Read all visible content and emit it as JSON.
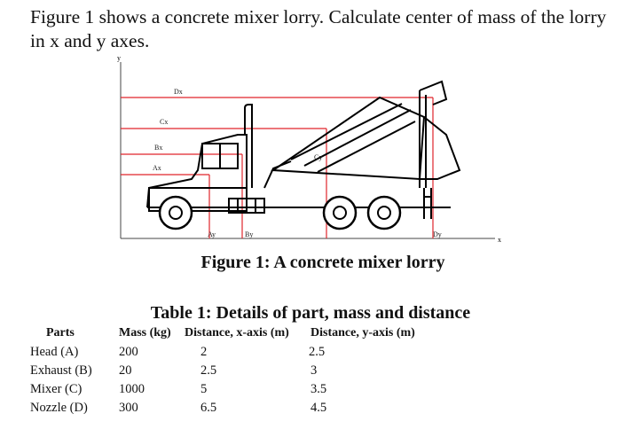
{
  "question": "Figure 1 shows a concrete mixer lorry. Calculate center of mass of the lorry in x and y axes.",
  "figure": {
    "axis_x": "x",
    "axis_y": "y",
    "labels": {
      "dx": "Dx",
      "cx": "Cx",
      "bx": "Bx",
      "ax": "Ax",
      "cy": "Cy",
      "ay": "Ay",
      "by": "By",
      "dy": "Dy"
    },
    "accent_color": "#e0242b"
  },
  "figure_caption": "Figure 1: A concrete mixer lorry",
  "table_caption": "Table 1: Details of part, mass and distance",
  "table": {
    "headers": [
      "Parts",
      "Mass (kg)",
      "Distance, x-axis (m)",
      "Distance, y-axis (m)"
    ],
    "rows": [
      [
        "Head (A)",
        "200",
        "2",
        "2.5"
      ],
      [
        "Exhaust (B)",
        "20",
        "2.5",
        "3"
      ],
      [
        "Mixer (C)",
        "1000",
        "5",
        "3.5"
      ],
      [
        "Nozzle (D)",
        "300",
        "6.5",
        "4.5"
      ]
    ]
  }
}
